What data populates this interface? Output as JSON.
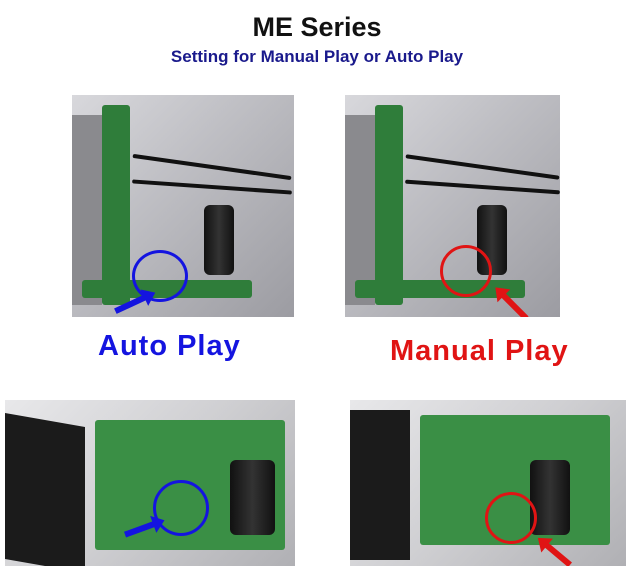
{
  "title": "ME Series",
  "subtitle": "Setting for Manual Play or Auto Play",
  "labels": {
    "auto": "Auto Play",
    "manual": "Manual Play"
  },
  "colors": {
    "auto": "#1414e0",
    "manual": "#e01414",
    "subtitle": "#1a1a8c"
  }
}
